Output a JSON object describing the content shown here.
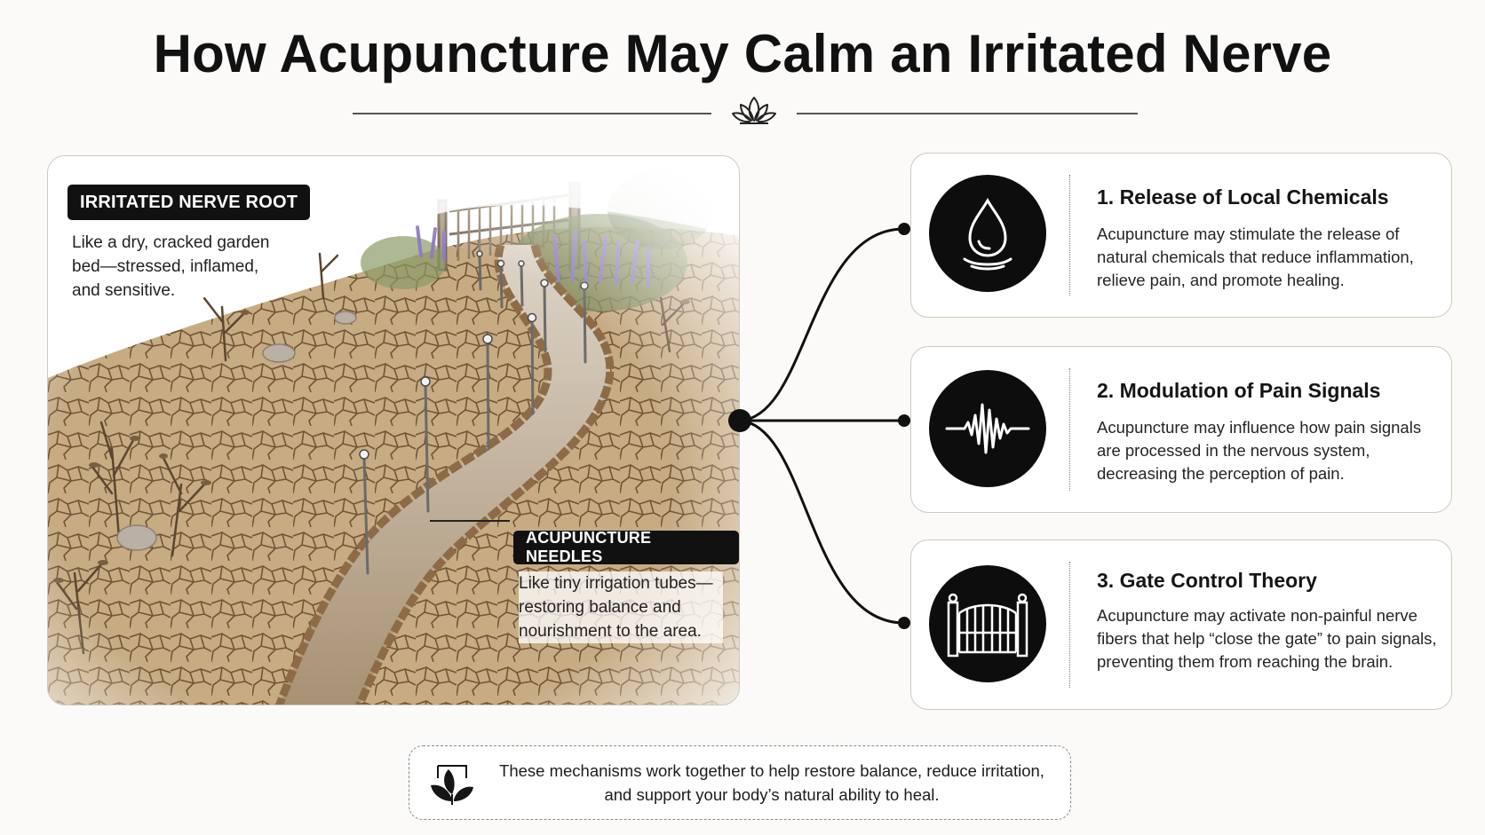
{
  "title": "How Acupuncture May Calm an Irritated Nerve",
  "illustration": {
    "root_tag": "IRRITATED NERVE ROOT",
    "root_note": "Like a dry, cracked garden bed—stressed, inflamed, and sensitive.",
    "needles_tag": "ACUPUNCTURE NEEDLES",
    "needles_note": "Like tiny irrigation tubes—restoring balance and nourishment to the area."
  },
  "mechanisms": [
    {
      "title": "1. Release of Local Chemicals",
      "text": "Acupuncture may stimulate the release of natural chemicals that reduce inflammation, relieve pain, and promote healing.",
      "icon": "water-drop-icon"
    },
    {
      "title": "2. Modulation of Pain Signals",
      "text": "Acupuncture may influence how pain signals are processed in the nervous system, decreasing the perception of pain.",
      "icon": "signal-wave-icon"
    },
    {
      "title": "3. Gate Control Theory",
      "text": "Acupuncture may activate non-painful nerve fibers that help “close the gate” to pain signals, preventing them from reaching the brain.",
      "icon": "gate-icon"
    }
  ],
  "footer": {
    "text": "These mechanisms work together to help restore balance, reduce irritation, and support your body’s natural ability to heal.",
    "icon": "leaf-plant-icon"
  },
  "colors": {
    "ink": "#111111",
    "border": "#cfc8bd",
    "soil": "#c8ab84",
    "lavender": "#8e7cc3"
  }
}
